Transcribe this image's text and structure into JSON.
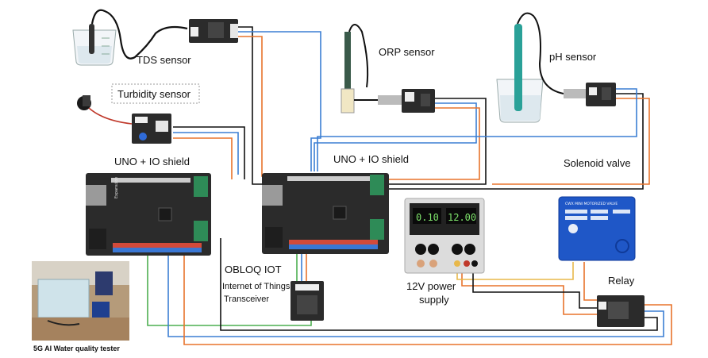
{
  "labels": {
    "tds_sensor": "TDS sensor",
    "orp_sensor": "ORP sensor",
    "ph_sensor": "pH sensor",
    "turbidity_sensor": "Turbidity sensor",
    "uno_shield_left": "UNO + IO shield",
    "uno_shield_right": "UNO + IO shield",
    "solenoid_valve": "Solenoid valve",
    "obloq_title": "OBLOQ IOT",
    "obloq_line1": "Internet of Things",
    "obloq_line2": "Transceiver",
    "power_supply_line1": "12V power",
    "power_supply_line2": "supply",
    "relay": "Relay",
    "water_tester": "5G AI Water quality tester"
  },
  "power_supply": {
    "display_left": "0.10",
    "display_right": "12.00"
  },
  "valve": {
    "header": "CWX MINI MOTORIZED VALVE"
  },
  "colors": {
    "wire_blue": "#3b7fd4",
    "wire_orange": "#e8732b",
    "wire_black": "#111111",
    "wire_green": "#4caf50",
    "wire_yellow": "#e8b84a",
    "board_dark": "#2b2b2b",
    "header_green": "#2e8b57",
    "valve_blue": "#1f57c7"
  }
}
